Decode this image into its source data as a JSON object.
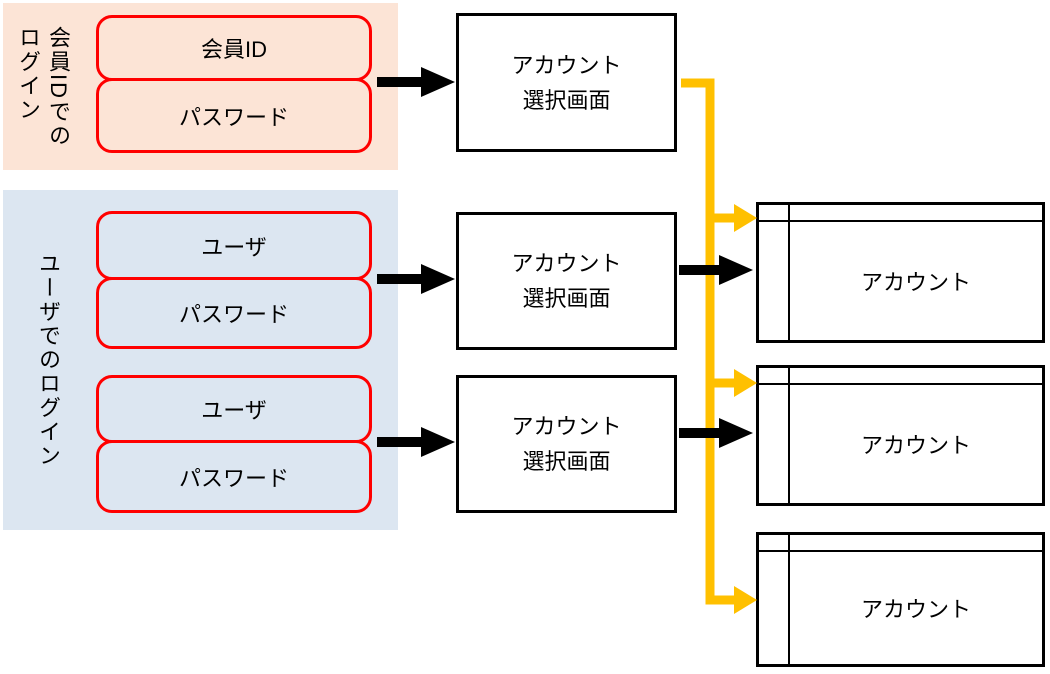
{
  "diagram": {
    "groups": {
      "member_login": {
        "label_lines": [
          "会員IDでの",
          "ログイン"
        ],
        "fields": [
          "会員ID",
          "パスワード"
        ],
        "bg_color": "#fce4d6"
      },
      "user_login": {
        "label": "ユーザでのログイン",
        "fields": [
          "ユーザ",
          "パスワード",
          "ユーザ",
          "パスワード"
        ],
        "bg_color": "#dce6f1"
      }
    },
    "selection_screens": [
      {
        "lines": [
          "アカウント",
          "選択画面"
        ]
      },
      {
        "lines": [
          "アカウント",
          "選択画面"
        ]
      },
      {
        "lines": [
          "アカウント",
          "選択画面"
        ]
      }
    ],
    "accounts": [
      {
        "label": "アカウント"
      },
      {
        "label": "アカウント"
      },
      {
        "label": "アカウント"
      }
    ],
    "colors": {
      "field_border": "#ff0000",
      "box_border": "#000000",
      "arrow_black": "#000000",
      "arrow_yellow": "#ffc000"
    }
  }
}
